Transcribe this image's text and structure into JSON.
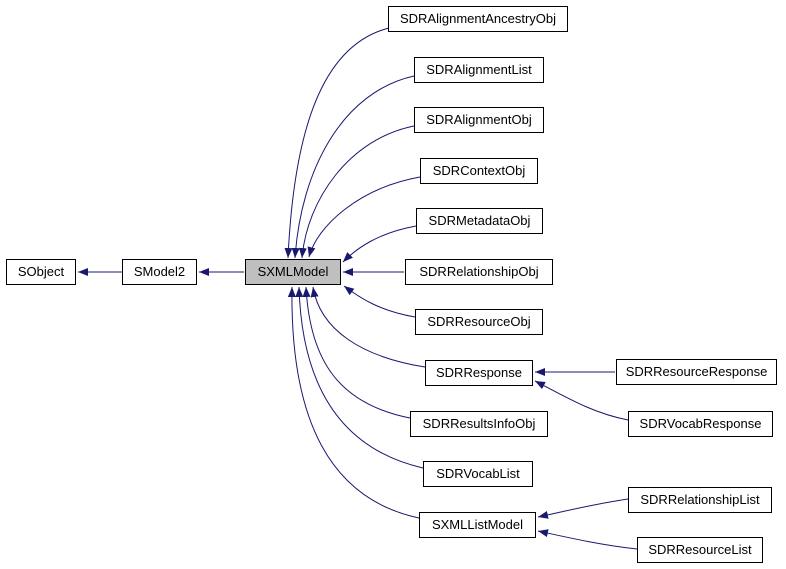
{
  "diagram": {
    "kind": "class-inheritance-graph",
    "background_color": "#ffffff",
    "edge_color": "#191970",
    "node_border_color": "#000000",
    "node_fill_color": "#ffffff",
    "highlighted_node_fill_color": "#bfbfbf",
    "highlighted_node": "SXMLModel"
  },
  "nodes": {
    "sobject": {
      "label": "SObject"
    },
    "smodel2": {
      "label": "SModel2"
    },
    "sxmlmodel": {
      "label": "SXMLModel"
    },
    "alignment_ancestry_obj": {
      "label": "SDRAlignmentAncestryObj"
    },
    "alignment_list": {
      "label": "SDRAlignmentList"
    },
    "alignment_obj": {
      "label": "SDRAlignmentObj"
    },
    "context_obj": {
      "label": "SDRContextObj"
    },
    "metadata_obj": {
      "label": "SDRMetadataObj"
    },
    "relationship_obj": {
      "label": "SDRRelationshipObj"
    },
    "resource_obj": {
      "label": "SDRResourceObj"
    },
    "response": {
      "label": "SDRResponse"
    },
    "results_info_obj": {
      "label": "SDRResultsInfoObj"
    },
    "vocab_list": {
      "label": "SDRVocabList"
    },
    "xml_list_model": {
      "label": "SXMLListModel"
    },
    "resource_response": {
      "label": "SDRResourceResponse"
    },
    "vocab_response": {
      "label": "SDRVocabResponse"
    },
    "relationship_list": {
      "label": "SDRRelationshipList"
    },
    "resource_list": {
      "label": "SDRResourceList"
    }
  },
  "edges": [
    {
      "derived": "SModel2",
      "base": "SObject"
    },
    {
      "derived": "SXMLModel",
      "base": "SModel2"
    },
    {
      "derived": "SDRAlignmentAncestryObj",
      "base": "SXMLModel"
    },
    {
      "derived": "SDRAlignmentList",
      "base": "SXMLModel"
    },
    {
      "derived": "SDRAlignmentObj",
      "base": "SXMLModel"
    },
    {
      "derived": "SDRContextObj",
      "base": "SXMLModel"
    },
    {
      "derived": "SDRMetadataObj",
      "base": "SXMLModel"
    },
    {
      "derived": "SDRRelationshipObj",
      "base": "SXMLModel"
    },
    {
      "derived": "SDRResourceObj",
      "base": "SXMLModel"
    },
    {
      "derived": "SDRResponse",
      "base": "SXMLModel"
    },
    {
      "derived": "SDRResultsInfoObj",
      "base": "SXMLModel"
    },
    {
      "derived": "SDRVocabList",
      "base": "SXMLModel"
    },
    {
      "derived": "SXMLListModel",
      "base": "SXMLModel"
    },
    {
      "derived": "SDRResourceResponse",
      "base": "SDRResponse"
    },
    {
      "derived": "SDRVocabResponse",
      "base": "SDRResponse"
    },
    {
      "derived": "SDRRelationshipList",
      "base": "SXMLListModel"
    },
    {
      "derived": "SDRResourceList",
      "base": "SXMLListModel"
    }
  ]
}
